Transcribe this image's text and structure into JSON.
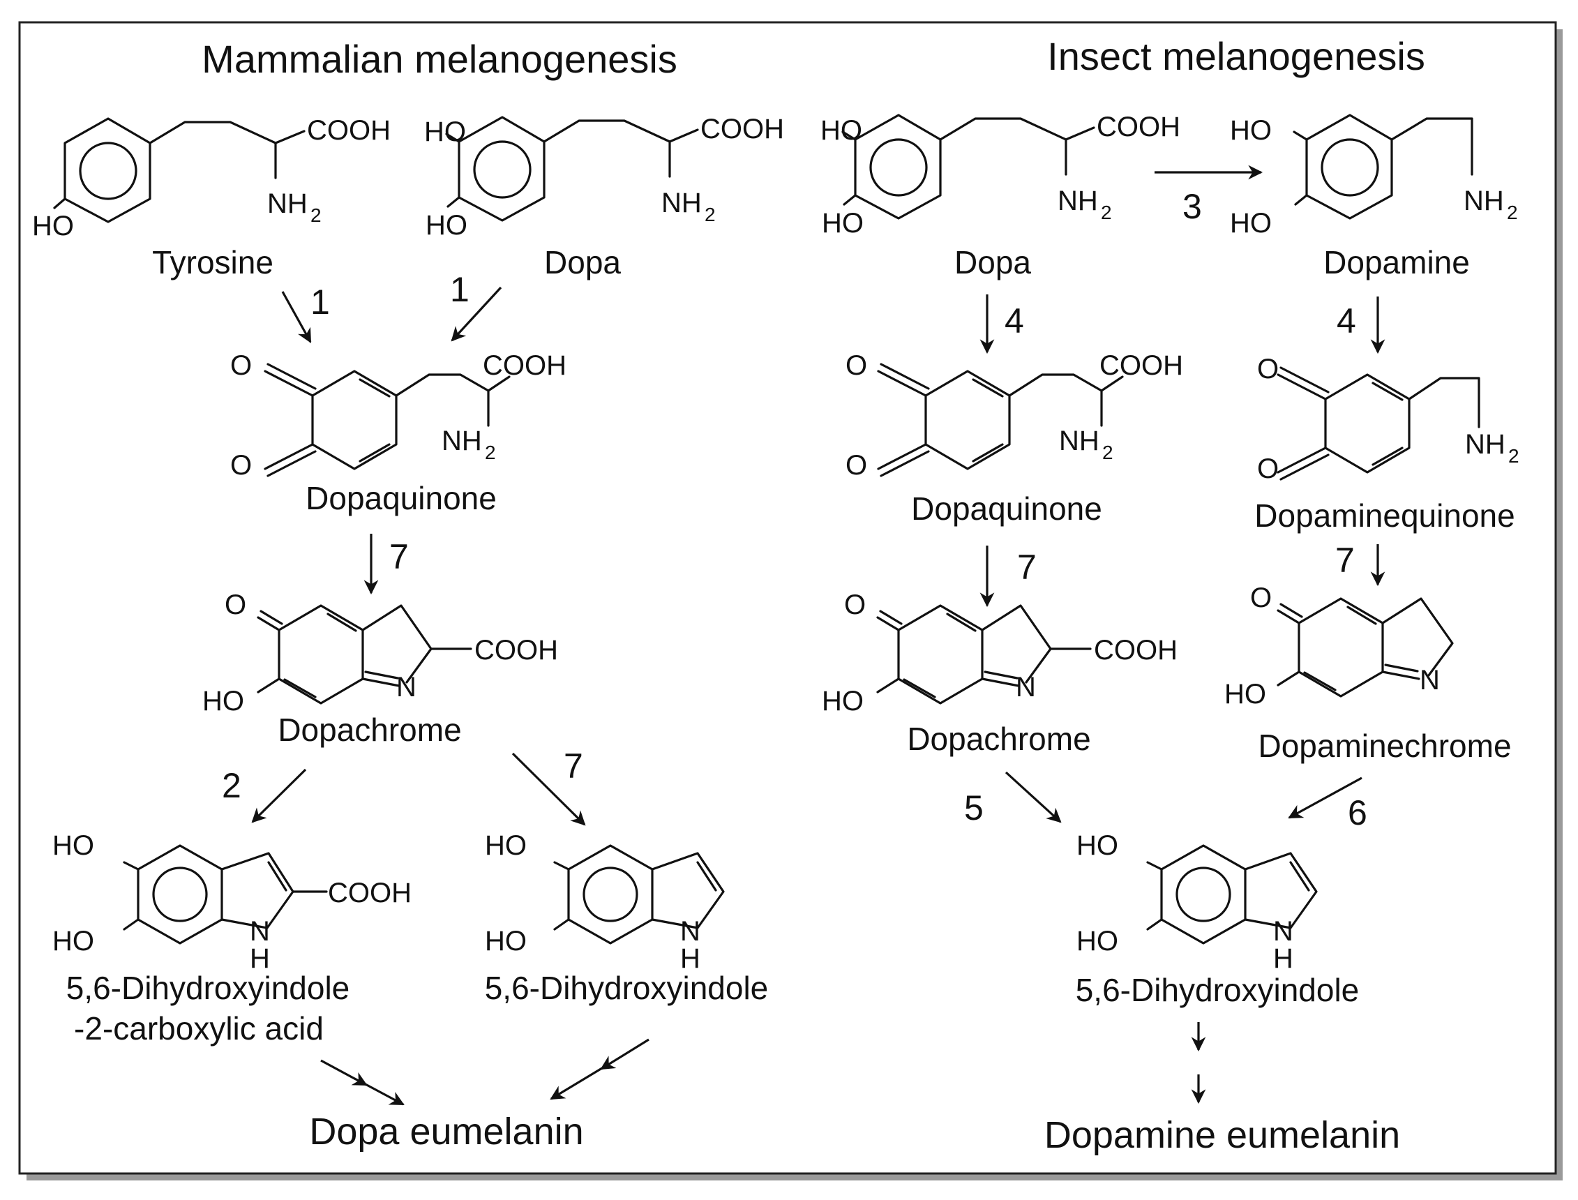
{
  "titles": {
    "mammalian": "Mammalian melanogenesis",
    "insect": "Insect melanogenesis"
  },
  "compounds": {
    "tyrosine": "Tyrosine",
    "dopa": "Dopa",
    "dopamine": "Dopamine",
    "dopaquinone": "Dopaquinone",
    "dopaminequinone": "Dopaminequinone",
    "dopachrome": "Dopachrome",
    "dopaminechrome": "Dopaminechrome",
    "dhica_line1": "5,6-Dihydroxyindole",
    "dhica_line2": "-2-carboxylic acid",
    "dhi": "5,6-Dihydroxyindole"
  },
  "products": {
    "dopa_eumelanin": "Dopa eumelanin",
    "dopamine_eumelanin": "Dopamine eumelanin"
  },
  "atom_labels": {
    "cooh": "COOH",
    "nh": "NH",
    "sub2": "2",
    "ho": "HO",
    "o": "O",
    "n": "N",
    "h": "H"
  },
  "enzymes": {
    "tyr_to_dq": "1",
    "dopa_to_dq": "1",
    "dq_to_dc": "7",
    "dc_to_dhica": "2",
    "dc_to_dhi": "7",
    "dopa_to_dopamine": "3",
    "dopa_to_dq_insect": "4",
    "dopamine_to_daq": "4",
    "dq_to_dc_insect": "7",
    "daq_to_dac": "7",
    "dc_to_dhi_insect": "5",
    "dac_to_dhi": "6"
  },
  "colors": {
    "frame_border": "#222222",
    "frame_shadow": "#9a9a9a",
    "ink": "#111111",
    "background": "#ffffff"
  }
}
